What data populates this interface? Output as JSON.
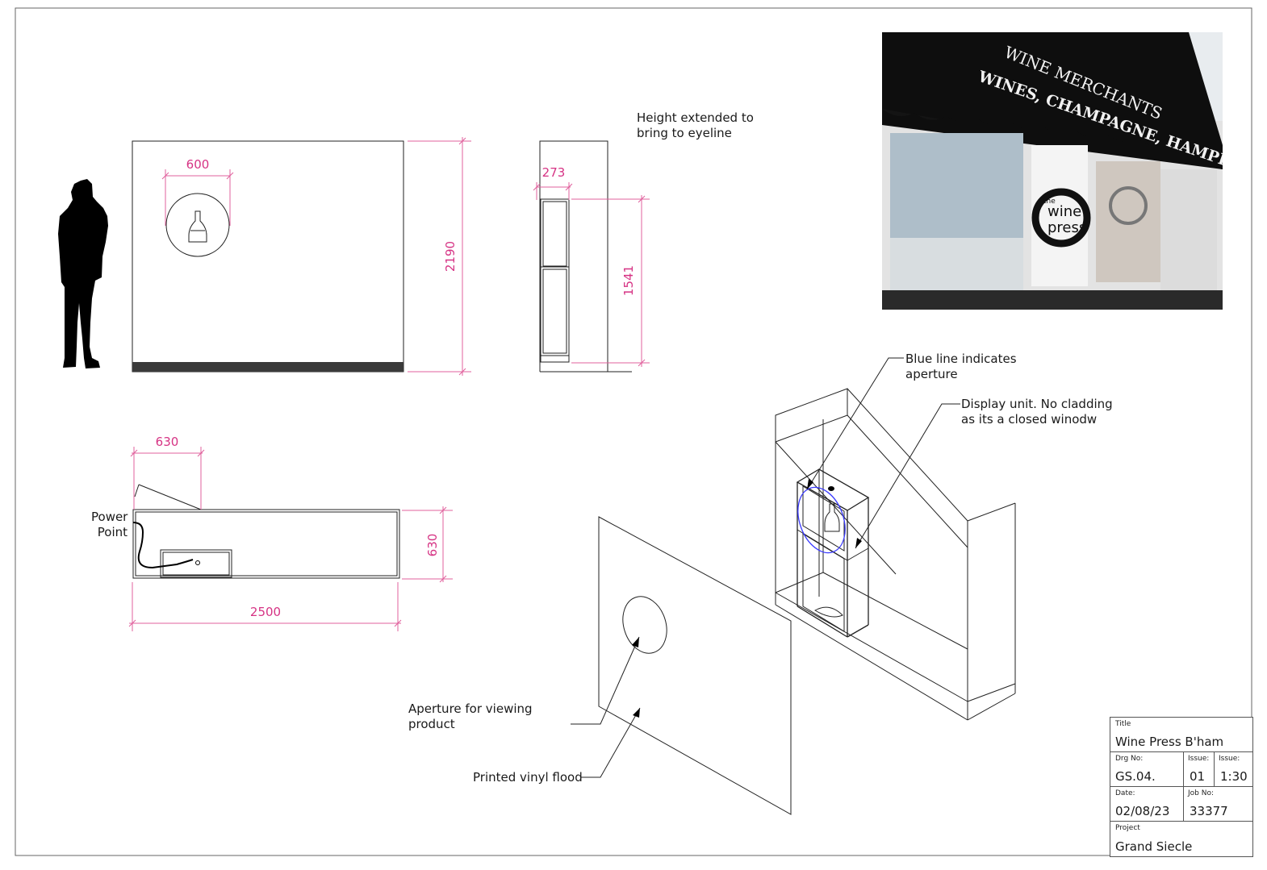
{
  "dimensions": {
    "front_aperture_width": "600",
    "front_height": "2190",
    "side_depth": "273",
    "side_height": "1541",
    "plan_offset": "630",
    "plan_depth": "630",
    "plan_width": "2500"
  },
  "notes": {
    "height_extended": "Height extended to\nbring to eyeline",
    "power_point": "Power\nPoint",
    "blue_line": "Blue line indicates\naperture",
    "display_unit": "Display unit. No cladding\nas its a closed winodw",
    "aperture_viewing": "Aperture for viewing\nproduct",
    "printed_vinyl": "Printed vinyl flood"
  },
  "photo": {
    "sign_top": "WINE MERCHANTS",
    "awning": "WINES, CHAMPAGNE, HAMPERS & GIFTS",
    "logo_top": "the",
    "logo_mid": "wine",
    "logo_bot": "press"
  },
  "title_block": {
    "title_label": "Title",
    "title_value": "Wine Press B'ham",
    "drg_label": "Drg No:",
    "drg_value": "GS.04.",
    "issue_label": "Issue:",
    "issue_value": "01",
    "scale_label": "Issue:",
    "scale_value": "1:30",
    "date_label": "Date:",
    "date_value": "02/08/23",
    "job_label": "Job No:",
    "job_value": "33377",
    "project_label": "Project",
    "project_value": "Grand Siecle"
  },
  "colors": {
    "dimension": "#d63384",
    "aperture_line": "#3a3aff",
    "line": "#222222"
  }
}
